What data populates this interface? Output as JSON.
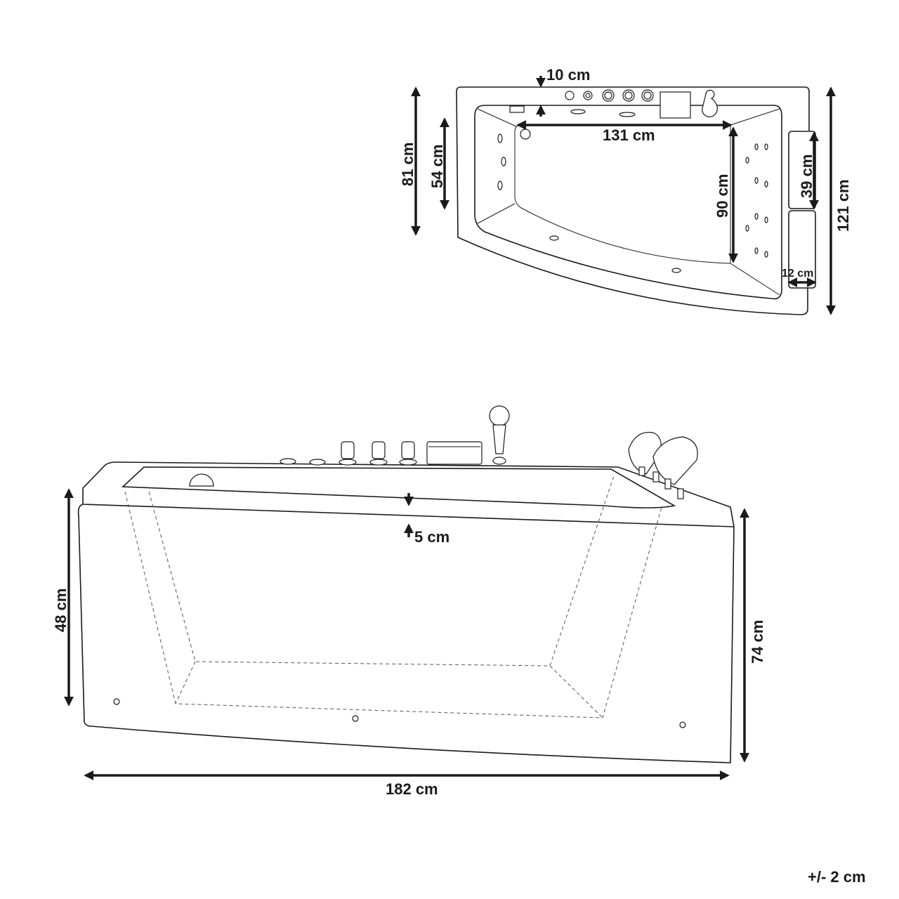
{
  "top_view": {
    "labels": {
      "rim": "10 cm",
      "inner_length": "131 cm",
      "inner_width": "90 cm",
      "left_depth": "54 cm",
      "left_total": "81 cm",
      "pillow_length": "39 cm",
      "pillow_width": "12 cm",
      "total_width": "121 cm"
    }
  },
  "side_view": {
    "labels": {
      "rim": "5 cm",
      "left_height": "48 cm",
      "right_height": "74 cm",
      "length": "182 cm"
    }
  },
  "tolerance": "+/- 2 cm"
}
